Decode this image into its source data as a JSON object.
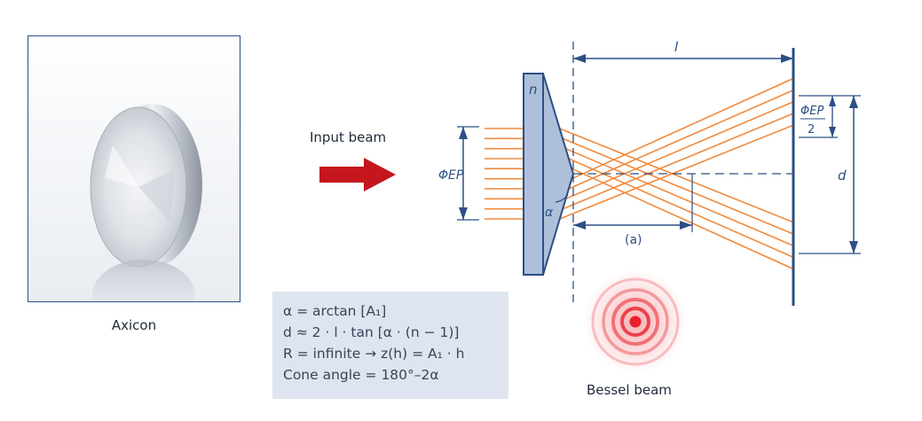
{
  "photo": {
    "label": "Axicon"
  },
  "input_beam": {
    "label": "Input beam"
  },
  "diagram": {
    "length_label": "l",
    "index_label": "n",
    "diameter_label": "ΦEP",
    "half_diameter_numerator": "ΦEP",
    "half_diameter_denominator": "2",
    "ring_diameter_label": "d",
    "cone_angle_label": "α",
    "depth_label": "(a)"
  },
  "formulas": [
    "α = arctan [A₁]",
    "d ≈ 2 · l · tan [α · (n − 1)]",
    "R = infinite → z(h) =  A₁ · h",
    "Cone angle = 180°–2α"
  ],
  "bessel": {
    "label": "Bessel beam"
  },
  "colors": {
    "structure": "#2c4f86",
    "lens_fill": "#aebfda",
    "rays": "#f08a3c",
    "arrow": "#c4161c",
    "formula_bg": "#dfe5f0",
    "bessel": "#e8202a"
  }
}
